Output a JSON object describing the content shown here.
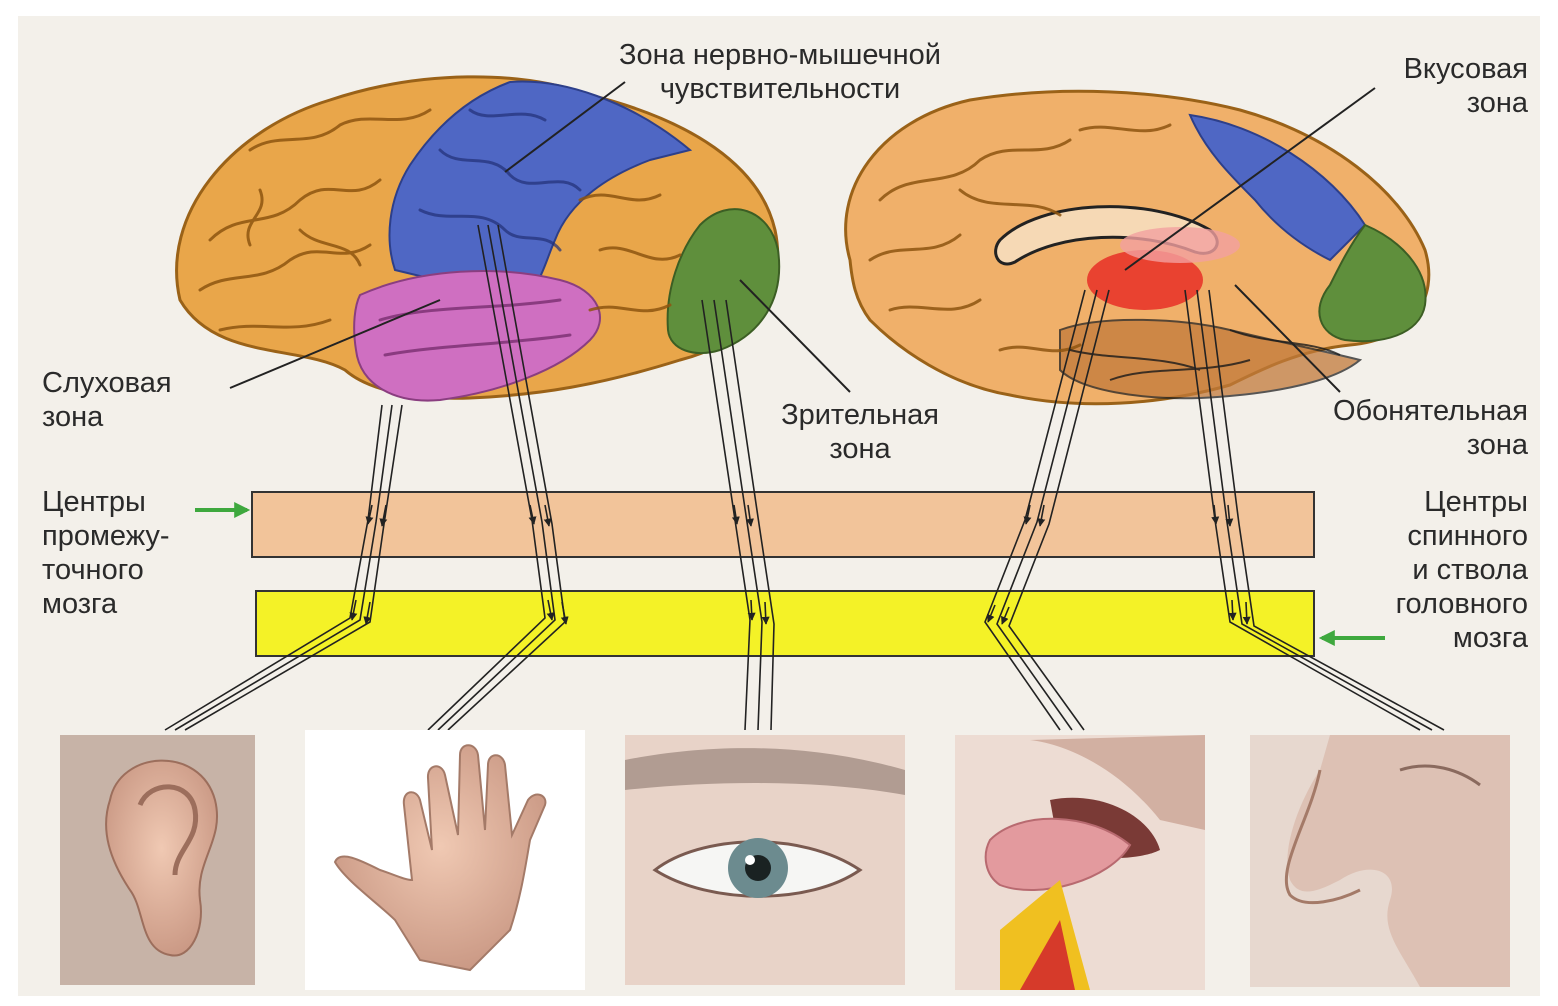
{
  "labels": {
    "neuromuscular": "Зона нервно-мышечной\nчувствительности",
    "taste": "Вкусовая\nзона",
    "auditory": "Слуховая\nзона",
    "visual": "Зрительная\nзона",
    "olfactory": "Обонятельная\nзона",
    "diencephalon": "Центры\nпромежу-\nточного\nмозга",
    "spinal_brainstem": "Центры\nспинного\nи ствола\nголовного\nмозга"
  },
  "colors": {
    "background": "#f3f0ea",
    "cortex": "#e9a64a",
    "sensory_zone": "#4f67c4",
    "auditory_zone": "#cf6fc1",
    "visual_zone": "#5f8f3c",
    "taste_zone": "#e8362a",
    "diencephalon_band": "#f2c49a",
    "spinal_band": "#f4f227",
    "arrow_green": "#3ea83e"
  },
  "organs": [
    "ear",
    "hand",
    "eye",
    "tongue",
    "nose"
  ]
}
